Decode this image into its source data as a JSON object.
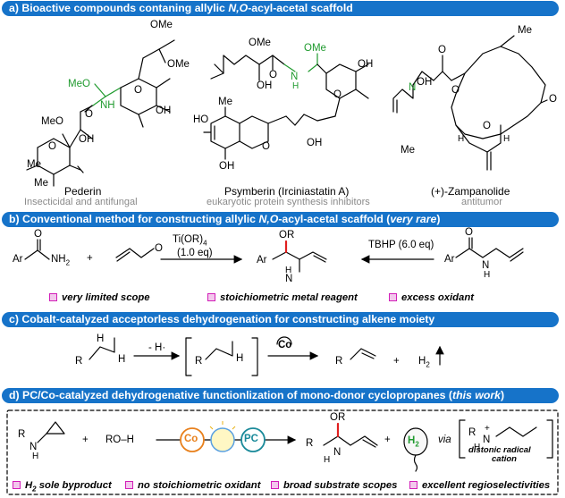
{
  "panel_a": {
    "title_prefix": "a) Bioactive compounds contaning allylic ",
    "title_italic": "N,O",
    "title_suffix": "-acyl-acetal scaffold",
    "compounds": [
      {
        "name": "Pederin",
        "activity": "Insecticidal and antifungal"
      },
      {
        "name": "Psymberin (Irciniastatin A)",
        "activity": "eukaryotic protein synthesis inhibitors"
      },
      {
        "name": "(+)-Zampanolide",
        "activity": "antitumor"
      }
    ],
    "atoms": {
      "ome": "OMe",
      "meo": "MeO",
      "me": "Me",
      "o": "O",
      "oh": "OH",
      "ho": "HO",
      "nh": "NH",
      "n": "N",
      "h": "H",
      "h_wedge": "H"
    }
  },
  "panel_b": {
    "title_prefix": "b) Conventional method for constructing allylic ",
    "title_italic": "N,O",
    "title_middle": "-acyl-acetal scaffold (",
    "title_italic2": "very rare",
    "title_suffix": ")",
    "reagent1": "Ti(OR)",
    "reagent1_sub": "4",
    "reagent1_eq": "(1.0 eq)",
    "reagent2": "TBHP (6.0 eq)",
    "ar": "Ar",
    "nh2": "NH",
    "nh2_sub": "2",
    "o": "O",
    "or": "OR",
    "plus": "+",
    "h": "H",
    "n": "N",
    "drawbacks": [
      "very limited scope",
      "stoichiometric metal reagent",
      "excess oxidant"
    ]
  },
  "panel_c": {
    "title": "c) Cobalt-catalyzed acceptorless dehydrogenation for constructing alkene moiety",
    "r": "R",
    "h": "H",
    "arrow_label": "- H·",
    "co": "Co",
    "plus": "+",
    "h2": "H",
    "h2_sub": "2"
  },
  "panel_d": {
    "title_prefix": "d) PC/Co-catalyzed dehydrogenative functionlization of mono-donor cyclopropanes (",
    "title_italic": "this work",
    "title_suffix": ")",
    "r": "R",
    "n": "N",
    "h": "H",
    "plus": "+",
    "roh": "RO–H",
    "co": "Co",
    "pc": "PC",
    "or": "OR",
    "balloon": "H",
    "balloon_sub": "2",
    "via": "via",
    "nplus": "+",
    "intermediate_label_1": "distonic radical",
    "intermediate_label_2": "cation",
    "advantages": [
      {
        "sub_prefix": "H",
        "sub": "2",
        "text": " sole byproduct"
      },
      {
        "text": "no stoichiometric oxidant"
      },
      {
        "text": "broad substrate scopes"
      },
      {
        "text": "excellent regioselectivities"
      }
    ]
  },
  "colors": {
    "banner": "#1673c9",
    "highlight_green": "#1f9a2e",
    "bullet_magenta": "#d21fb8",
    "caption_gray": "#8a8a8a",
    "co_orange": "#e8801c",
    "pc_teal": "#1a8a9a"
  }
}
